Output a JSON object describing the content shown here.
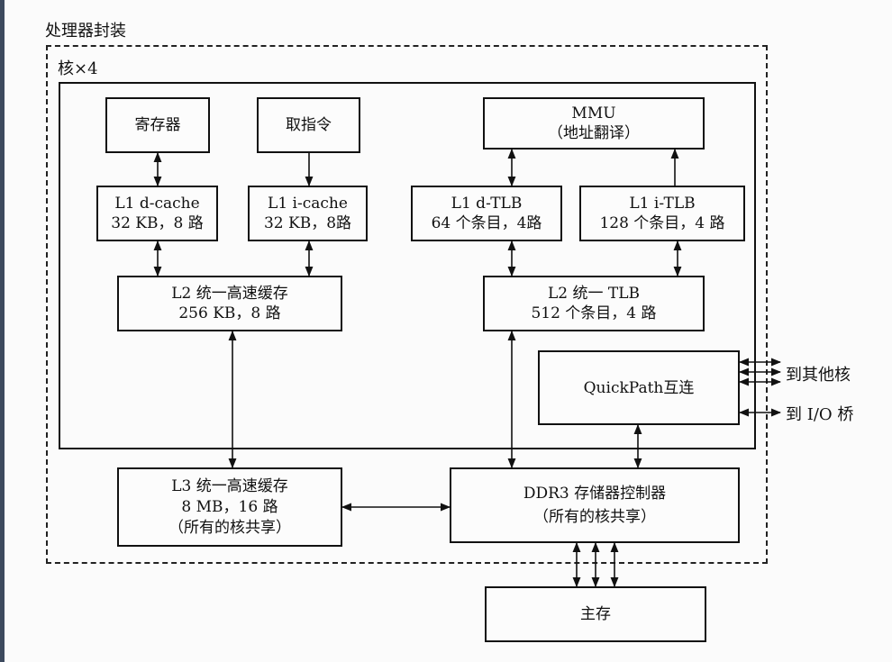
{
  "package_label": "处理器封装",
  "core_label": "核×4",
  "blocks": {
    "registers": "寄存器",
    "fetch": "取指令",
    "mmu": [
      "MMU",
      "（地址翻译）"
    ],
    "l1d": [
      "L1 d-cache",
      "32 KB，8 路"
    ],
    "l1i": [
      "L1 i-cache",
      "32 KB，8路"
    ],
    "l1dtlb": [
      "L1 d-TLB",
      "64 个条目，4路"
    ],
    "l1itlb": [
      "L1 i-TLB",
      "128 个条目，4 路"
    ],
    "l2": [
      "L2 统一高速缓存",
      "256 KB，8 路"
    ],
    "l2tlb": [
      "L2 统一 TLB",
      "512 个条目，4 路"
    ],
    "quickpath": "QuickPath互连",
    "l3": [
      "L3 统一高速缓存",
      "8 MB，16 路",
      "（所有的核共享）"
    ],
    "ddr3": [
      "DDR3 存储器控制器",
      "（所有的核共享）"
    ],
    "main_memory": "主存"
  },
  "external": {
    "to_other_cores": "到其他核",
    "to_io_bridge": "到 I/O 桥"
  }
}
